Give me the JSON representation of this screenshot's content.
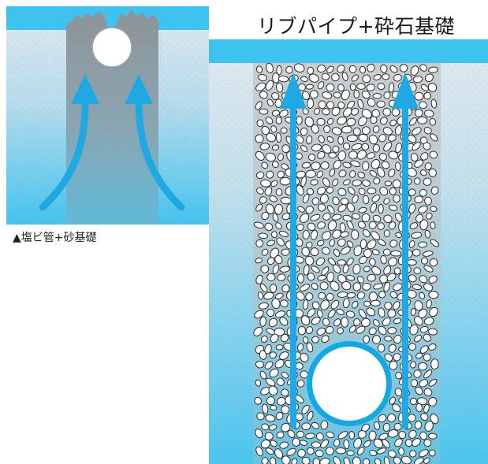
{
  "diagrams": {
    "left": {
      "caption": "▲塩ビ管+砂基礎",
      "pipe": "pvc-pipe",
      "foundation": "sand"
    },
    "right": {
      "title": "リブパイプ+砕石基礎",
      "pipe": "rib-pipe",
      "foundation": "crushed-stone"
    }
  },
  "colors": {
    "sky_cyan": "#3ec3ef",
    "gradient_top": "#dde5ec",
    "gradient_bottom": "#52c6ef",
    "sand_gray": "#8f9599",
    "arrow_blue": "#1fa8e2",
    "stone_fill": "#ffffff",
    "stone_outline": "#2b2b2b",
    "pipe_ring": "#12a9e3"
  },
  "icons": [
    "upward-flow-arrow-icon",
    "pipe-cross-section-icon"
  ]
}
